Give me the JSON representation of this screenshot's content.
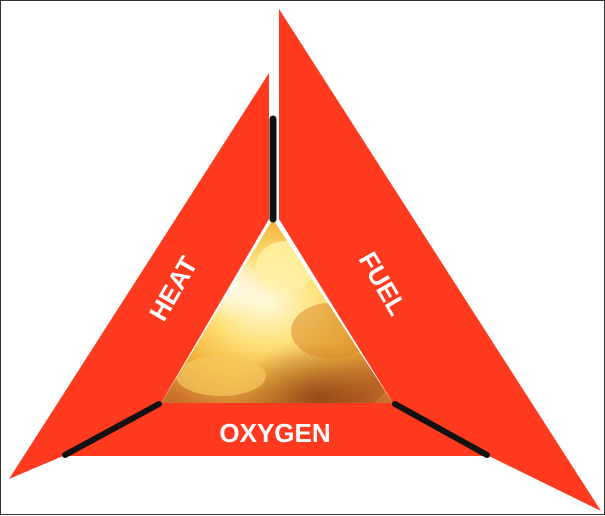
{
  "labels": {
    "heat": "HEAT",
    "fuel": "FUEL",
    "oxygen": "OXYGEN"
  },
  "colors": {
    "triangle_side": "#ff3a1f",
    "divider": "#111111",
    "label_text": "#ffffff",
    "fire_core": "#fff3b0",
    "fire_mid": "#f2b640",
    "fire_dark": "#a8551e",
    "background": "#ffffff"
  }
}
